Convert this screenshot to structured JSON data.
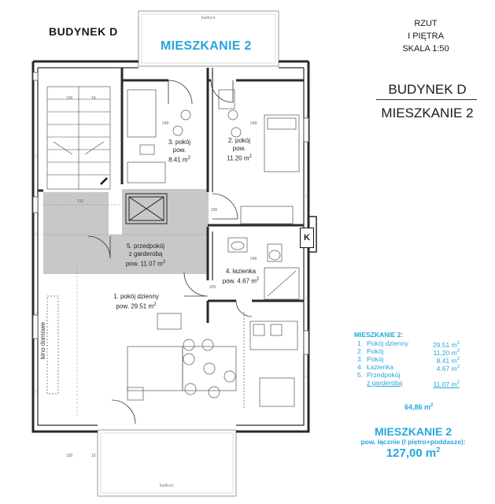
{
  "header": {
    "building_left": "BUDYNEK  D",
    "apartment": "MIESZKANIE 2",
    "rzut_line1": "RZUT",
    "rzut_line2": "I PIĘTRA",
    "scale": "SKALA 1:50",
    "building_big": "BUDYNEK D",
    "apartment_big": "MIESZKANIE 2"
  },
  "rooms": {
    "r3": {
      "n": "3. pokój",
      "l": "pow.",
      "v": "8.41 m"
    },
    "r2": {
      "n": "2. pokój",
      "l": "pow.",
      "v": "11.20 m"
    },
    "r5": {
      "n": "5. przedpokój",
      "l": "z garderobą",
      "v": "pow. 11.07 m"
    },
    "r4": {
      "n": "4. łazienka",
      "v": "pow. 4.67 m"
    },
    "r1": {
      "n": "1.     pokój dzienny",
      "v": "pow. 29.51 m"
    },
    "sup": "2"
  },
  "labels": {
    "kino": "kino domowe",
    "k": "K",
    "balcony_top": "balkon",
    "balcony_bottom": "balkon"
  },
  "dims": {
    "d249a": "249",
    "d249b": "249",
    "d210": "210",
    "d205a": "205",
    "d246": "246",
    "d205b": "205",
    "d100": "100",
    "d16": "16",
    "d100b": "100",
    "d16b": "16"
  },
  "legend": {
    "title": "MIESZKANIE 2:",
    "items": [
      {
        "num": "1.",
        "name": "Pokój dzienny",
        "val": "29.51 m"
      },
      {
        "num": "2.",
        "name": "Pokój",
        "val": "11,20 m"
      },
      {
        "num": "3.",
        "name": "Pokój",
        "val": "8,41 m"
      },
      {
        "num": "4.",
        "name": "Łazienka",
        "val": "4.67 m"
      },
      {
        "num": "5.",
        "name": "Przedpokój",
        "val": ""
      },
      {
        "num": "",
        "name": "z garderobą",
        "val": "11.07 m"
      }
    ],
    "sup": "2"
  },
  "summary": {
    "total": "64,86 m",
    "apartment": "MIESZKANIE 2",
    "desc": "pow. łącznie (I piętro+poddasze):",
    "value": "127,00 m",
    "sup": "2"
  },
  "colors": {
    "accent": "#27a6dc",
    "wall": "#2a2a2a",
    "corridor": "#c8c8c8"
  }
}
